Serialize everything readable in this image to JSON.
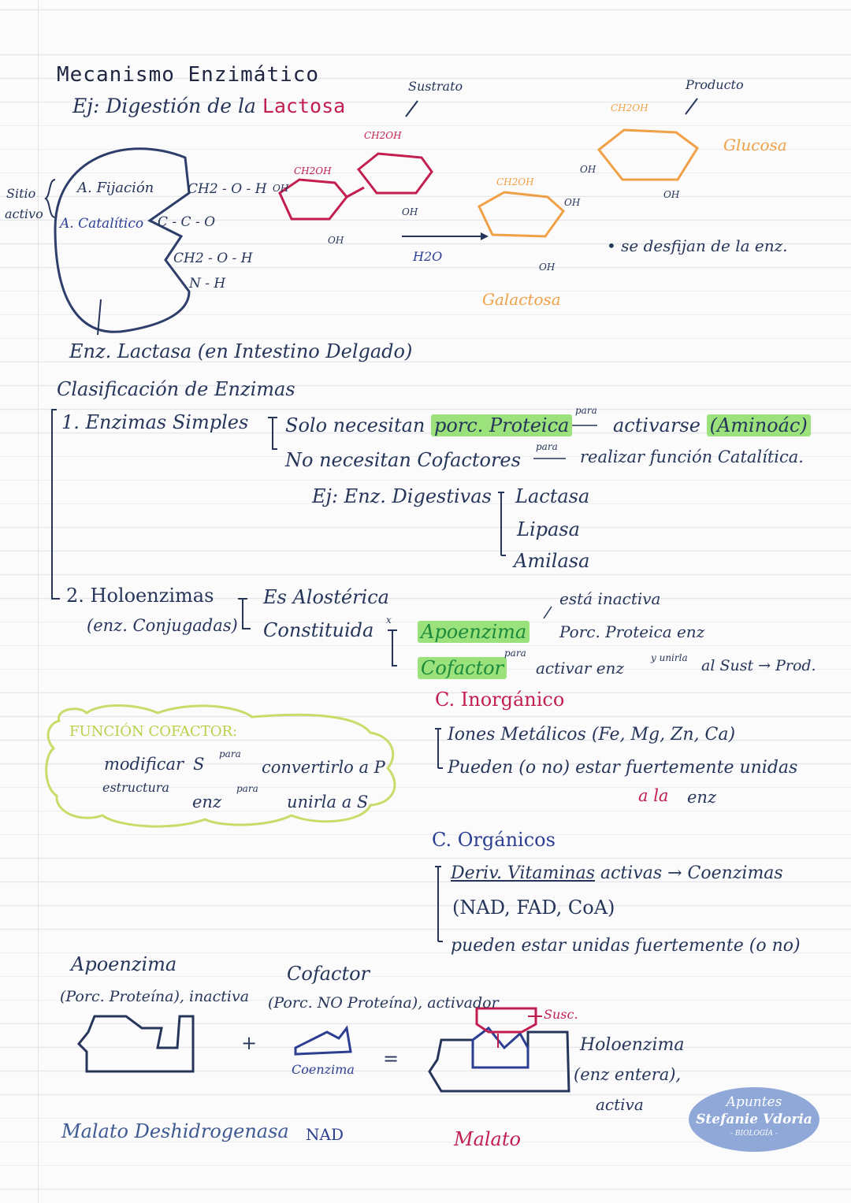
{
  "title": "Mecanismo Enzimático",
  "example": {
    "prefix": "Ej:",
    "text": "Digestión de la",
    "highlight": "Lactosa"
  },
  "labels": {
    "sustrato": "Sustrato",
    "producto": "Producto",
    "glucosa": "Glucosa",
    "galactosa": "Galactosa",
    "water": "H2O",
    "desfijan": "• se desfijan de la enz.",
    "sitio": "Sitio",
    "activo": "activo",
    "fijacion": "A. Fijación",
    "catalitico": "A. Catalítico",
    "ch2_oh_top": "CH2 - O - H",
    "c_o": "C - C - O",
    "ch2_oh_bottom": "CH2 - O - H",
    "n_h": "N - H",
    "ch2oh": "CH2OH",
    "oh": "OH",
    "enzyme_name": "Enz. Lactasa (en Intestino Delgado)"
  },
  "classification": {
    "title": "Clasificación de Enzimas",
    "simple": {
      "label": "1. Enzimas Simples",
      "line1_a": "Solo necesitan",
      "line1_b": "porc. Proteica",
      "para": "para",
      "line1_c": "activarse",
      "line1_d": "(Aminoác)",
      "line2_a": "No necesitan Cofactores",
      "line2_b": "realizar función Catalítica.",
      "example_prefix": "Ej: Enz. Digestivas",
      "examples": [
        "Lactasa",
        "Lipasa",
        "Amilasa"
      ]
    },
    "holo": {
      "label": "2. Holoenzimas",
      "sub": "(enz. Conjugadas)",
      "alost": "Es Alostérica",
      "constituida": "Constituida",
      "x": "x",
      "apoenzima": "Apoenzima",
      "inactiva": "está inactiva",
      "porc": "Porc. Proteica enz",
      "cofactor": "Cofactor",
      "para": "para",
      "activar": "activar enz",
      "yunirla": "y unirla",
      "al_sust": "al Sust → Prod."
    }
  },
  "funcion": {
    "title": "FUNCIÓN COFACTOR:",
    "line1_a": "modificar",
    "line1_b": "S",
    "para": "para",
    "line1_c": "convertirlo a P",
    "estructura": "estructura",
    "line2_a": "enz",
    "line2_c": "unirla a S"
  },
  "inorg": {
    "title": "C. Inorgánico",
    "line1": "Iones Metálicos (Fe, Mg, Zn, Ca)",
    "line2": "Pueden (o no) estar fuertemente unidas",
    "line3_a": "a la",
    "line3_b": "enz"
  },
  "org": {
    "title": "C. Orgánicos",
    "line1_a": "Deriv. Vitaminas",
    "line1_b": "activas → Coenzimas",
    "line2": "(NAD, FAD, CoA)",
    "line3": "pueden estar unidas fuertemente (o no)"
  },
  "diagram": {
    "apo_title": "Apoenzima",
    "apo_sub": "(Porc. Proteína), inactiva",
    "cof_title": "Cofactor",
    "cof_sub": "(Porc. NO Proteína), activador",
    "plus": "+",
    "equals": "=",
    "coenzima": "Coenzima",
    "sust": "Susc.",
    "holo1": "Holoenzima",
    "holo2": "(enz entera),",
    "holo3": "activa"
  },
  "examples_row": [
    "Malato Deshidrogenasa",
    "NAD",
    "Malato"
  ],
  "stamp": [
    "Apuntes",
    "Stefanie Vdoria",
    "- BIOLOGÍA -"
  ],
  "colors": {
    "ink": "#26355a",
    "pink": "#c21e4f",
    "orange": "#f0a046",
    "highlight": "#9be27c",
    "lime": "#b6d24a",
    "stamp": "#8fa8d8"
  }
}
